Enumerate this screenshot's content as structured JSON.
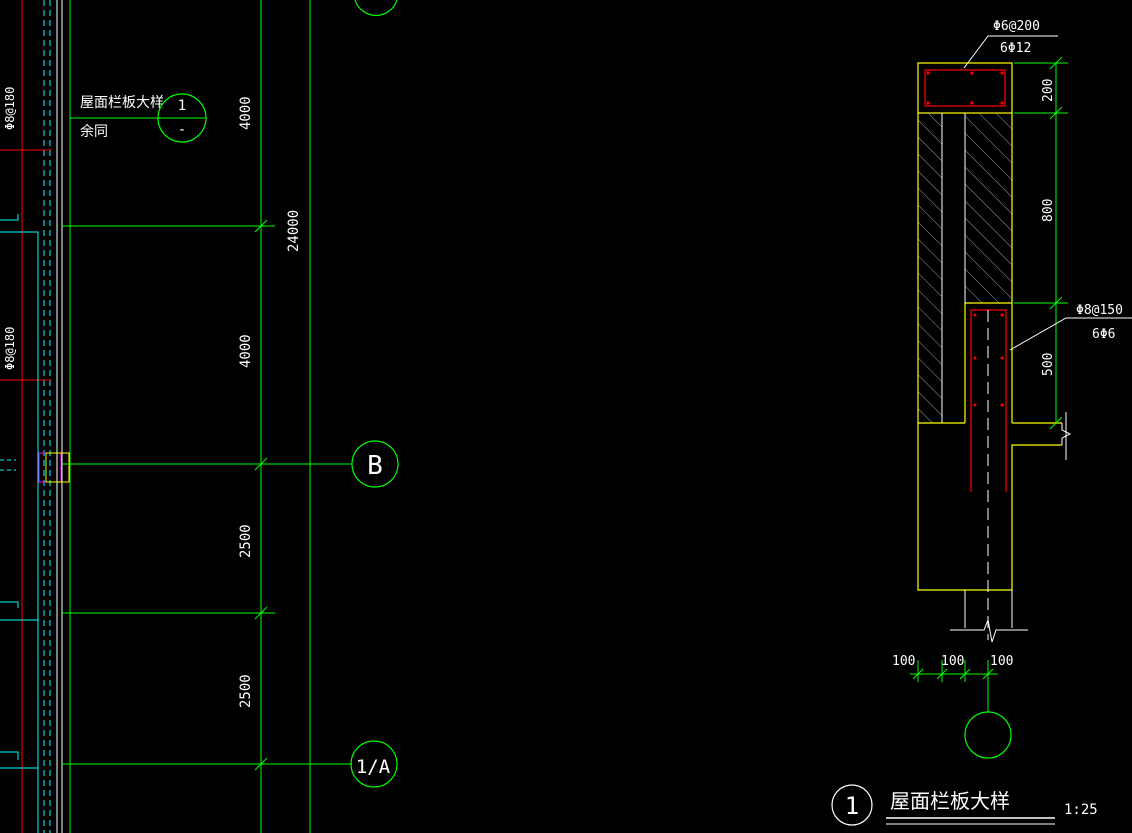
{
  "colors": {
    "background": "#000000",
    "axis": "#00ff00",
    "outline": "#ffff00",
    "rebar": "#ff0000",
    "cyan": "#00ffff",
    "magenta": "#ff00ff",
    "text": "#ffffff"
  },
  "callout": {
    "title": "屋面栏板大样",
    "subtitle": "余同",
    "detail_number": "1",
    "sheet": "-"
  },
  "grid": {
    "top_dimension": "4000",
    "total_dimension": "24000",
    "dim_b": "4000",
    "dim_c": "2500",
    "dim_d": "2500",
    "bubble_b": "B",
    "bubble_a": "1/A"
  },
  "left_rebar": {
    "label_top": "Φ8@180",
    "label_bottom": "Φ8@180"
  },
  "section": {
    "top_rebar_stirrup": "Φ6@200",
    "top_rebar_main": "6Φ12",
    "mid_rebar_stirrup": "Φ8@150",
    "mid_rebar_main": "6Φ6",
    "height_top": "200",
    "height_middle": "800",
    "height_bottom": "500",
    "width_1": "100",
    "width_2": "100",
    "width_3": "100"
  },
  "detail_title": {
    "number": "1",
    "name": "屋面栏板大样",
    "scale": "1:25"
  }
}
